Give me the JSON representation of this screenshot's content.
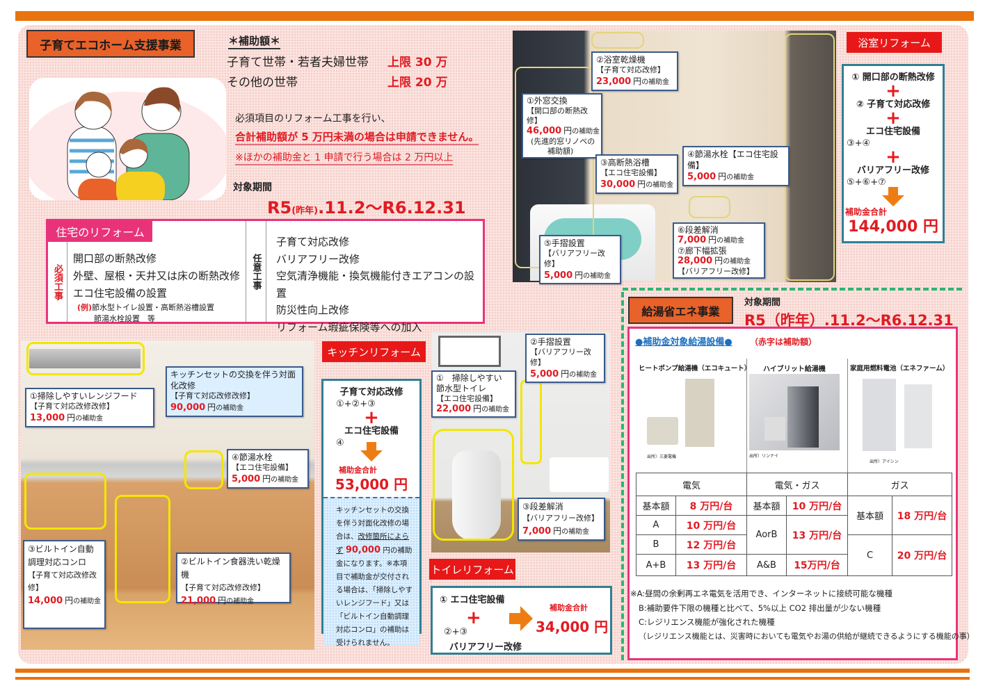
{
  "colors": {
    "orange": "#e8730f",
    "title_orange": "#e8622a",
    "red": "#e01b22",
    "magenta": "#e8337a",
    "teal": "#2f7f95",
    "callout_border": "#3a5a8a",
    "highlight_yellow": "#f3e600",
    "green_dash": "#2bb673",
    "blue": "#1a6fc0"
  },
  "common": {
    "yen": "円",
    "hojokin": "の補助金"
  },
  "kodomo": {
    "title": "子育てエコホーム支援事業",
    "subsidy_heading": "＊補助額＊",
    "rows": [
      {
        "label": "子育て世帯・若者夫婦世帯",
        "amount": "上限 30 万"
      },
      {
        "label": "その他の世帯",
        "amount": "上限 20 万"
      }
    ],
    "note1": "必須項目のリフォーム工事を行い、",
    "note2": "合計補助額が 5 万円未満の場合は申請できません。",
    "note3": "※ほかの補助金と 1 申請で行う場合は 2 万円以上",
    "period_label": "対象期間",
    "period_prefix": "R5",
    "period_paren": "(昨年)",
    "period_rest": ".11.2〜R6.12.31"
  },
  "housing": {
    "tab": "住宅のリフォーム",
    "required_label": "必須工事",
    "required": [
      "開口部の断熱改修",
      "外壁、屋根・天井又は床の断熱改修",
      "エコ住宅設備の設置"
    ],
    "example_prefix": "(例)",
    "example_line1": "節水型トイレ設置・高断熱浴槽設置",
    "example_line2": "節湯水栓設置　等",
    "optional_label": "任意工事",
    "optional": [
      "子育て対応改修",
      "バリアフリー改修",
      "空気清浄機能・換気機能付きエアコンの設置",
      "防災性向上改修",
      "リフォーム瑕疵保険等への加入"
    ]
  },
  "bath": {
    "callouts": [
      {
        "lines": [
          "②浴室乾燥機"
        ],
        "category": "【子育て対応改修】",
        "amount": "23,000"
      },
      {
        "lines": [
          "①外窓交換"
        ],
        "category": "【開口部の断熱改修】",
        "amount": "46,000",
        "note": [
          "(先進的窓リノベの",
          "補助額)"
        ]
      },
      {
        "lines": [
          "③高断熱浴槽"
        ],
        "category": "【エコ住宅設備】",
        "amount": "30,000"
      },
      {
        "lines": [
          "④節湯水栓【エコ住宅設備】"
        ],
        "amount": "5,000"
      },
      {
        "lines": [
          "⑤手摺設置"
        ],
        "category": "【バリアフリー改修】",
        "amount": "5,000"
      },
      {
        "lines": [
          "⑥段差解消"
        ],
        "amount": "7,000",
        "extra": {
          "title": "⑦廊下幅拡張",
          "amount": "28,000"
        },
        "category_after": "【バリアフリー改修】"
      }
    ],
    "summary": {
      "tab": "浴室リフォーム",
      "item1": "① 開口部の断熱改修",
      "item2": "② 子育て対応改修",
      "item3": "エコ住宅設備",
      "item3_nums": "③+④",
      "item4": "バリアフリー改修",
      "item4_nums": "⑤+⑥+⑦",
      "total_label": "補助金合計",
      "total": "144,000 円"
    }
  },
  "kitchen": {
    "callouts": [
      {
        "lines": [
          "①掃除しやすいレンジフード"
        ],
        "category": "【子育て対応改修改修】",
        "amount": "13,000"
      },
      {
        "lines": [
          "キッチンセットの交換を伴う対面化改修"
        ],
        "category": "【子育て対応改修改修】",
        "amount": "90,000"
      },
      {
        "lines": [
          "④節湯水栓"
        ],
        "category": "【エコ住宅設備】",
        "amount": "5,000"
      },
      {
        "lines": [
          "③ビルトイン自動",
          "調理対応コンロ"
        ],
        "category": "【子育て対応改修改修】",
        "amount": "14,000"
      },
      {
        "lines": [
          "②ビルトイン食器洗い乾燥機"
        ],
        "category": "【子育て対応改修改修】",
        "amount": "21,000"
      }
    ],
    "summary": {
      "tab": "キッチンリフォーム",
      "item1": "子育て対応改修",
      "item1_nums": "①+②+③",
      "item2": "エコ住宅設備",
      "item2_nums": "④",
      "total_label": "補助金合計",
      "total": "53,000 円",
      "note_a": "キッチンセットの交換を伴う対面化改修の場合は、",
      "note_b": "改修箇所によらず",
      "note_amt": "90,000",
      "note_c": "円の補助金になります。",
      "note_d": "※本項目で補助金が交付される場合は、「掃除しやすいレンジフード」又は「ビルトイン自動調理対応コンロ」の補助は受けられません。"
    }
  },
  "toilet": {
    "callouts": [
      {
        "lines": [
          "②手摺設置"
        ],
        "category": "【バリアフリー改修】",
        "amount": "5,000"
      },
      {
        "lines": [
          "①　掃除しやすい",
          "節水型トイレ"
        ],
        "category": "【エコ住宅設備】",
        "amount": "22,000"
      },
      {
        "lines": [
          "③段差解消"
        ],
        "category": "【バリアフリー改修】",
        "amount": "7,000"
      }
    ],
    "summary": {
      "tab": "トイレリフォーム",
      "item1": "① エコ住宅設備",
      "item2_nums": "②+③",
      "item2": "バリアフリー改修",
      "total_label": "補助金合計",
      "total": "34,000 円"
    }
  },
  "water_heater": {
    "title": "給湯省エネ事業",
    "period_label": "対象期間",
    "period": "R5（昨年）.11.2〜R6.12.31",
    "heading": "●補助金対象給湯設備●",
    "heading_note": "（赤字は補助額）",
    "products": [
      {
        "name": "ヒートポンプ給湯機（エコキュート）",
        "source": "出所）三菱電機"
      },
      {
        "name": "ハイブリット給湯機",
        "source": "出所）リンナイ"
      },
      {
        "name": "家庭用燃料電池（エネファーム）",
        "source": "出所）アイシン"
      }
    ],
    "table": {
      "headers": [
        "電気",
        "電気・ガス",
        "ガス"
      ],
      "electric": [
        {
          "label": "基本額",
          "value": "8 万円/台"
        },
        {
          "label": "A",
          "value": "10 万円/台"
        },
        {
          "label": "B",
          "value": "12 万円/台"
        },
        {
          "label": "A+B",
          "value": "13 万円/台"
        }
      ],
      "hybrid": [
        {
          "label": "基本額",
          "value": "10 万円/台"
        },
        {
          "label": "AorB",
          "value": "13 万円/台"
        },
        {
          "label": "A&B",
          "value": "15万円/台"
        }
      ],
      "gas": [
        {
          "label": "基本額",
          "value": "18 万円/台"
        },
        {
          "label": "C",
          "value": "20 万円/台"
        }
      ]
    },
    "notes": [
      "※A:昼間の余剰再エネ電気を活用でき、インターネットに接続可能な機種",
      "B:補助要件下限の機種と比べて、5%以上 CO2 排出量が少ない機種",
      "C:レジリエンス機能が強化された機種",
      "（レジリエンス機能とは、災害時においても電気やお湯の供給が継続できるようにする機能の事）"
    ]
  }
}
